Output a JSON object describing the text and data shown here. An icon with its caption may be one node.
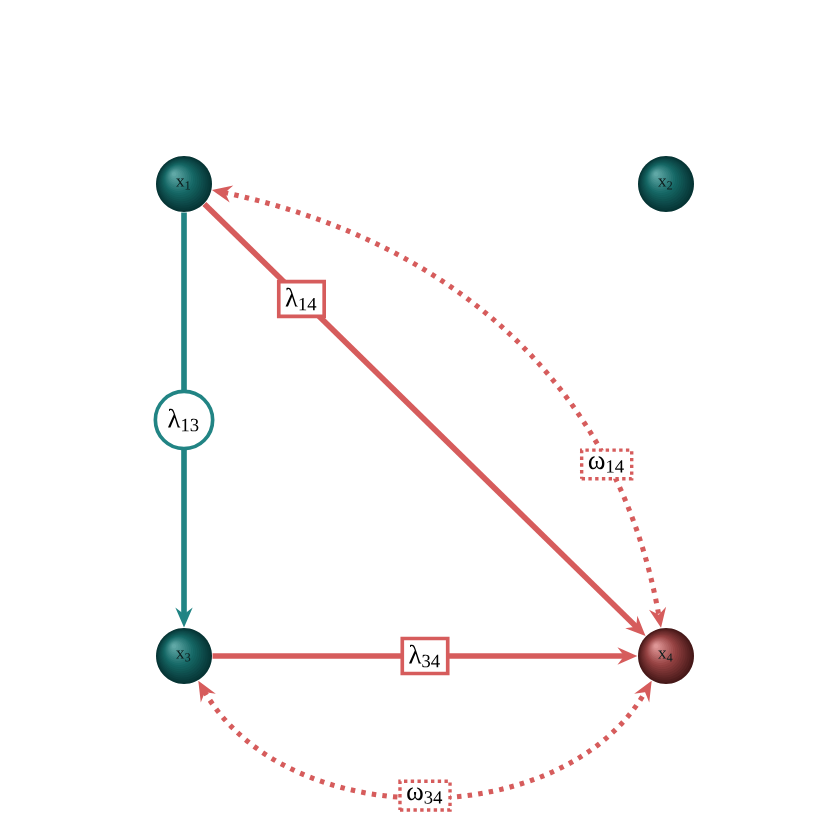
{
  "diagram": {
    "nodes": [
      {
        "text": [
          "x$_{1}$"
        ]
      },
      {
        "text": [
          "x$_{2}$"
        ]
      },
      {
        "text": [
          "x$_{3}$"
        ]
      },
      {
        "text": [
          "x$_{4}$"
        ]
      }
    ],
    "edges": [
      {
        "from": 0,
        "to": 2,
        "arrow": "to",
        "label": "λ$_{13}$",
        "color": "#218484"
      },
      {
        "from": 0,
        "to": 3,
        "arrow": "to",
        "label": "λ$_{14}$"
      },
      {
        "from": 2,
        "to": 3,
        "arrow": "to",
        "label": "λ$_{34}$"
      },
      {
        "from": 0,
        "to": 3,
        "arrow": "both",
        "label": "ω$_{14}$",
        "style": "dashed"
      },
      {
        "from": 2,
        "to": 3,
        "arrow": "both",
        "label": "ω$_{34}$",
        "style": "dashed"
      }
    ]
  }
}
